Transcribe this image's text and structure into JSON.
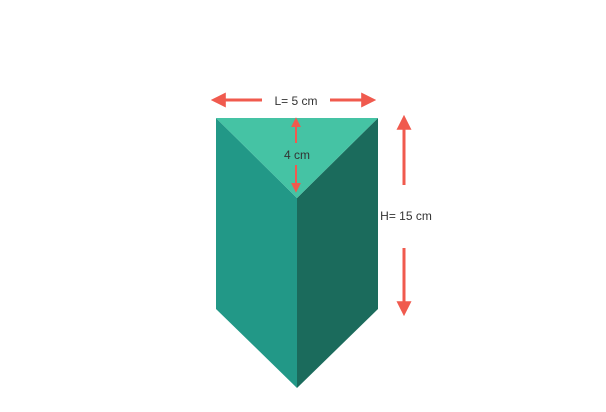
{
  "diagram": {
    "shape": "triangular prism",
    "labels": {
      "length": "L= 5 cm",
      "triangle_height": "4 cm",
      "prism_height": "H= 15 cm"
    },
    "values": {
      "length_cm": 5,
      "triangle_height_cm": 4,
      "prism_height_cm": 15
    },
    "colors": {
      "top_face": "#45c3a4",
      "left_face": "#229887",
      "right_face": "#1b6b5c",
      "arrows": "#f05a4e",
      "text": "#333333",
      "background": "#ffffff"
    }
  }
}
